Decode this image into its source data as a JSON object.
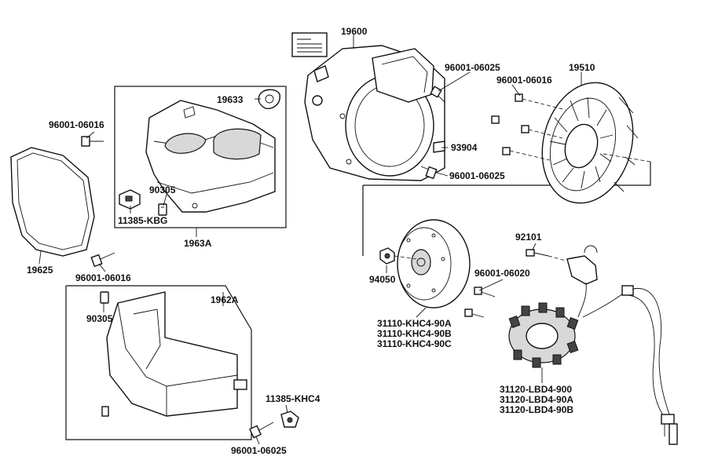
{
  "labels": {
    "p19600": "19600",
    "p19633": "19633",
    "p96001_06025_top": "96001-06025",
    "p96001_06016_right": "96001-06016",
    "p19510": "19510",
    "p96001_06016_left": "96001-06016",
    "p93904": "93904",
    "p96001_06025_mid": "96001-06025",
    "p90305_top": "90305",
    "p11385_KBG": "11385-KBG",
    "p1963A": "1963A",
    "p19625": "19625",
    "p96001_06016_bottom": "96001-06016",
    "p92101": "92101",
    "p94050": "94050",
    "p96001_06020": "96001-06020",
    "p31110_90A": "31110-KHC4-90A",
    "p31110_90B": "31110-KHC4-90B",
    "p31110_90C": "31110-KHC4-90C",
    "p1962A": "1962A",
    "p90305_bottom": "90305",
    "p11385_KHC4": "11385-KHC4",
    "p96001_06025_bottom": "96001-06025",
    "p31120_900": "31120-LBD4-900",
    "p31120_90A": "31120-LBD4-90A",
    "p31120_90B": "31120-LBD4-90B"
  }
}
